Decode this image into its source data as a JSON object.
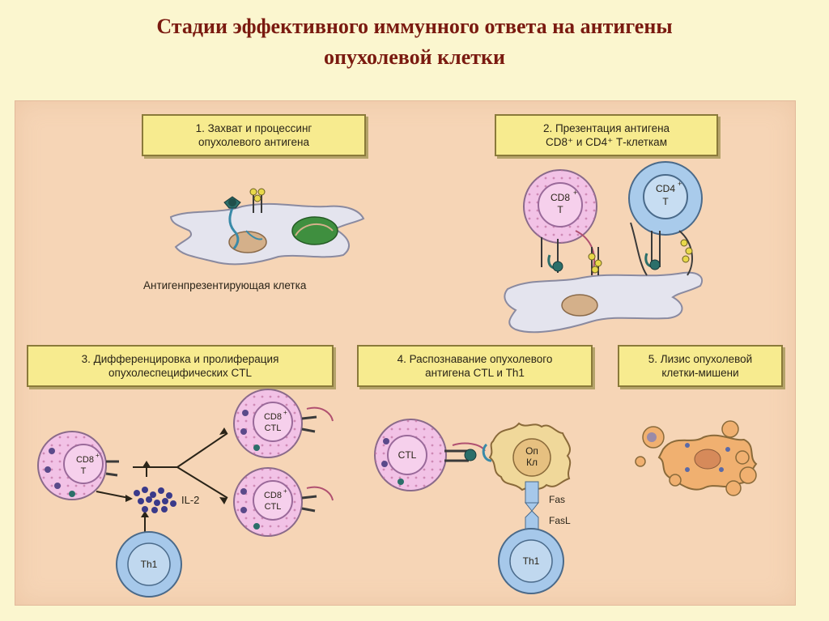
{
  "title": {
    "line1": "Стадии эффективного иммунного ответа на антигены",
    "line2": "опухолевой клетки"
  },
  "steps": [
    {
      "line1": "1. Захват и процессинг",
      "line2": "опухолевого антигена"
    },
    {
      "line1": "2. Презентация антигена",
      "line2": "CD8⁺ и CD4⁺ Т-клеткам"
    },
    {
      "line1": "3. Дифференцировка и пролиферация",
      "line2": "опухолеспецифических CTL"
    },
    {
      "line1": "4. Распознавание опухолевого",
      "line2": "антигена CTL и Th1"
    },
    {
      "line1": "5. Лизис опухолевой",
      "line2": "клетки-мишени"
    }
  ],
  "apc_caption": "Антигенпрезентирующая клетка",
  "cell_labels": {
    "cd8": "CD8",
    "cd4": "CD4",
    "plus": "+",
    "t": "T",
    "ctl": "CTL",
    "th1": "Th1",
    "il2": "IL-2",
    "tumor_line1": "Оп",
    "tumor_line2": "Кл",
    "fas": "Fas",
    "fasl": "FasL"
  },
  "colors": {
    "title": "#7a1a10",
    "panel": "#f6d5b6",
    "box": "#f7eb8f",
    "apc": "#e4e4ee",
    "cd8_cell": "#f2c2e6",
    "cd4_cell": "#a9cbeb",
    "th1_cell": "#a6c8ea",
    "tumor": "#f0d89a",
    "nucleus_apc": "#d4b08a",
    "green_vesicle": "#3f8f3f"
  }
}
